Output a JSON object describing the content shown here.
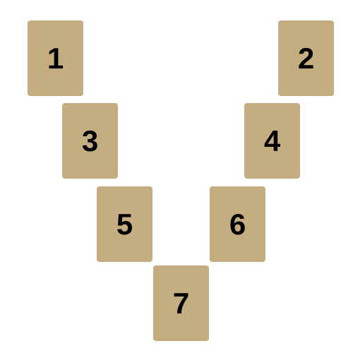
{
  "colors": {
    "card": "#c4ad81",
    "label": "#000000",
    "background": "#ffffff"
  },
  "cards": [
    {
      "label": "1"
    },
    {
      "label": "2"
    },
    {
      "label": "3"
    },
    {
      "label": "4"
    },
    {
      "label": "5"
    },
    {
      "label": "6"
    },
    {
      "label": "7"
    }
  ]
}
